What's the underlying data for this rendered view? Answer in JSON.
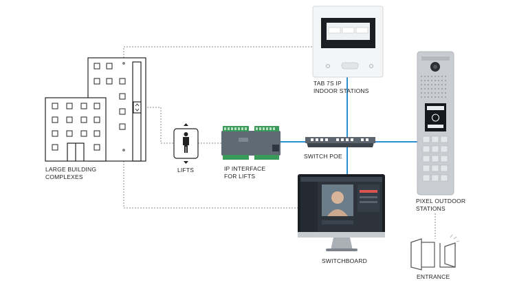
{
  "colors": {
    "background": "#ffffff",
    "network_line": "#2b8fd3",
    "dotted_line": "#8a8a8a",
    "outline": "#222222",
    "device_grey": "#5f6a75",
    "panel_silver": "#c9ccd0"
  },
  "labels": {
    "buildings": [
      "LARGE BUILDING",
      "COMPLEXES"
    ],
    "lifts": "LIFTS",
    "ip_interface": [
      "IP INTERFACE",
      "FOR LIFTS"
    ],
    "switch": "SWITCH POE",
    "tab": [
      "TAB 7S IP",
      "INDOOR STATIONS"
    ],
    "pixel": [
      "PIXEL OUTDOOR",
      "STATIONS"
    ],
    "switchboard": "SWITCHBOARD",
    "entrance": "ENTRANCE"
  },
  "icons": {
    "buildings": "office-buildings-icon",
    "lifts": "person-elevator-icon",
    "entrance": "open-door-icon"
  }
}
